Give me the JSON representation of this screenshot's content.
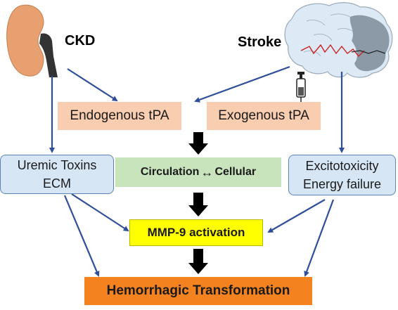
{
  "labels": {
    "ckd": "CKD",
    "stroke": "Stroke"
  },
  "nodes": {
    "endogenous_tpa": "Endogenous tPA",
    "exogenous_tpa": "Exogenous tPA",
    "uremic_line1": "Uremic Toxins",
    "uremic_line2": "ECM",
    "circulation": "Circulation",
    "cellular": "Cellular",
    "double_arrow": "↔",
    "excito_line1": "Excitotoxicity",
    "excito_line2": "Energy failure",
    "mmp9": "MMP-9 activation",
    "hemorrhagic": "Hemorrhagic Transformation"
  },
  "colors": {
    "tpa_fill": "#f8cdb0",
    "side_fill": "#d7e6f5",
    "side_border": "#5b83b8",
    "green_fill": "#c8e4bc",
    "yellow_fill": "#ffff00",
    "orange_fill": "#f4821f",
    "arrow_blue": "#2f4f9a",
    "arrow_black": "#000000",
    "kidney": "#e8a070",
    "brain": "#dde9f4",
    "infarct": "#8c9aa8",
    "vessel": "#cc2222"
  },
  "icons": [
    "kidney-icon",
    "brain-icon",
    "syringe-icon"
  ]
}
